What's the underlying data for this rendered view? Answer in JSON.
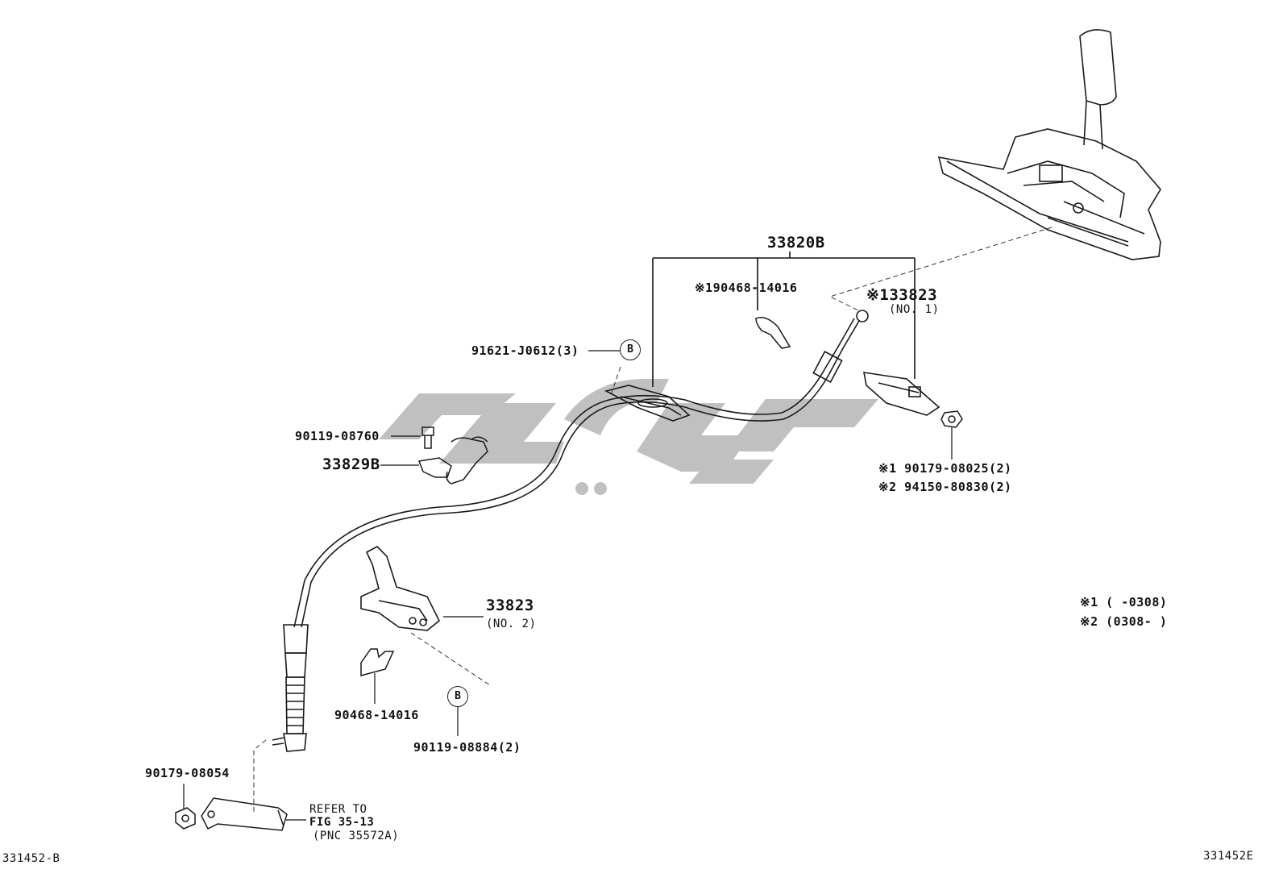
{
  "figure_id_left": "331452-B",
  "figure_id_right": "331452E",
  "watermark": {
    "color": "#bdbdbd"
  },
  "callouts": {
    "assembly": "33820B",
    "clip_top": "※190468-14016",
    "bracket_no1": "※133823",
    "bracket_no1_sub": "(NO. 1)",
    "bolt_b_top": "91621-J0612(3)",
    "bolt_small": "90119-08760",
    "retainer": "33829B",
    "nut_alt1": "※1 90179-08025(2)",
    "nut_alt2": "※2 94150-80830(2)",
    "bracket_no2": "33823",
    "bracket_no2_sub": "(NO. 2)",
    "clip_bottom": "90468-14016",
    "bolt_b_bottom": "90119-08884(2)",
    "nut_bottom": "90179-08054",
    "refer_line1": "REFER TO",
    "refer_line2": "FIG 35-13",
    "refer_line3": "(PNC 35572A)",
    "marker_b": "B"
  },
  "legend": {
    "note1": "※1 (      -0308)",
    "note2": "※2 (0308-      )"
  }
}
